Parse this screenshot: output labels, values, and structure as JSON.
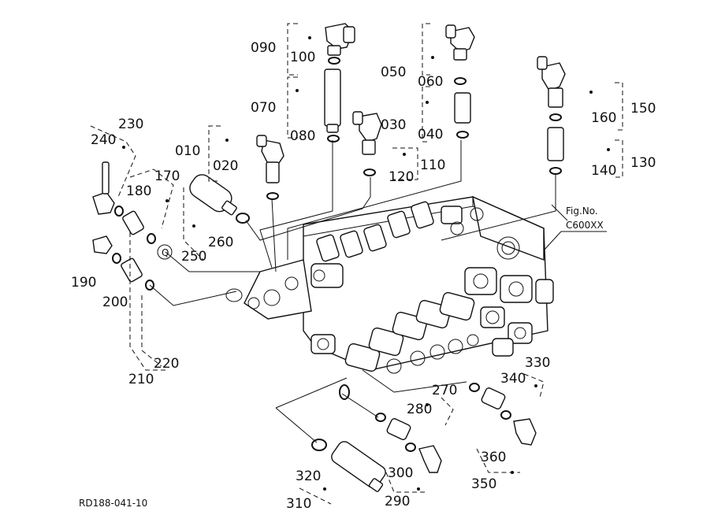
{
  "figure": {
    "fig_no_label": "Fig.No.",
    "fig_no_value": "C600XX",
    "drawing_code": "RD188-041-10",
    "ref_circle": "Q"
  },
  "parts": {
    "p010": "010",
    "p020": "020",
    "p030": "030",
    "p040": "040",
    "p050": "050",
    "p060": "060",
    "p070": "070",
    "p080": "080",
    "p090": "090",
    "p100": "100",
    "p110": "110",
    "p120": "120",
    "p130": "130",
    "p140": "140",
    "p150": "150",
    "p160": "160",
    "p170": "170",
    "p180": "180",
    "p190": "190",
    "p200": "200",
    "p210": "210",
    "p220": "220",
    "p230": "230",
    "p240": "240",
    "p250": "250",
    "p260": "260",
    "p270": "270",
    "p280": "280",
    "p290": "290",
    "p300": "300",
    "p310": "310",
    "p320": "320",
    "p330": "330",
    "p340": "340",
    "p350": "350",
    "p360": "360"
  }
}
